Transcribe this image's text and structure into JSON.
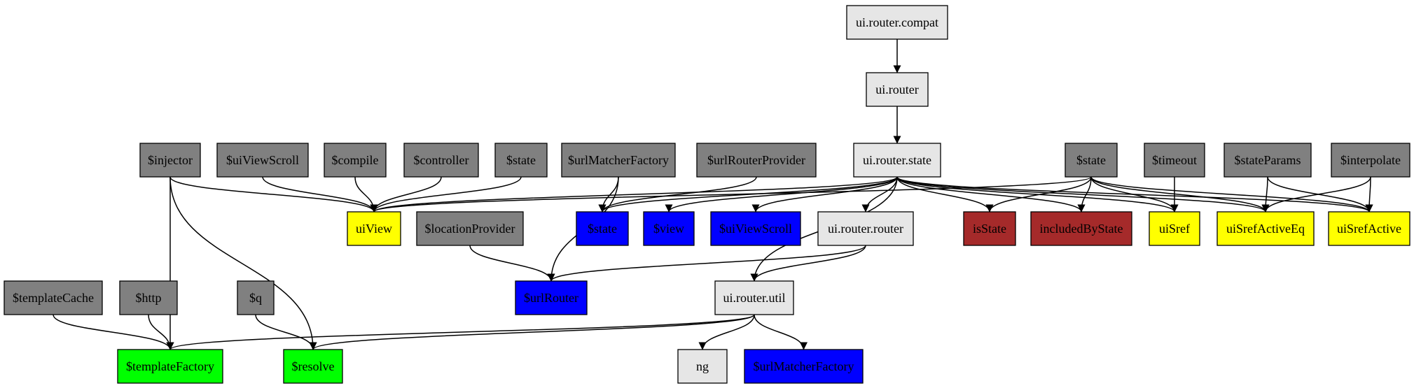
{
  "colors": {
    "module": "#e6e6e6",
    "service": "#808080",
    "directive": "#ffff00",
    "provider": "#0000ff",
    "filter": "#a52a2a",
    "factory": "#00ff00"
  },
  "nodes": {
    "ui_router_compat": {
      "label": "ui.router.compat",
      "kind": "module"
    },
    "ui_router": {
      "label": "ui.router",
      "kind": "module"
    },
    "ui_router_state": {
      "label": "ui.router.state",
      "kind": "module"
    },
    "ui_router_router": {
      "label": "ui.router.router",
      "kind": "module"
    },
    "ui_router_util": {
      "label": "ui.router.util",
      "kind": "module"
    },
    "ng": {
      "label": "ng",
      "kind": "module"
    },
    "injector": {
      "label": "$injector",
      "kind": "service"
    },
    "uiViewScroll_dep": {
      "label": "$uiViewScroll",
      "kind": "service"
    },
    "compile": {
      "label": "$compile",
      "kind": "service"
    },
    "controller": {
      "label": "$controller",
      "kind": "service"
    },
    "state_dep_left": {
      "label": "$state",
      "kind": "service"
    },
    "urlMatcherFactory_dep": {
      "label": "$urlMatcherFactory",
      "kind": "service"
    },
    "urlRouterProvider": {
      "label": "$urlRouterProvider",
      "kind": "service"
    },
    "state_dep_right": {
      "label": "$state",
      "kind": "service"
    },
    "timeout": {
      "label": "$timeout",
      "kind": "service"
    },
    "stateParams": {
      "label": "$stateParams",
      "kind": "service"
    },
    "interpolate": {
      "label": "$interpolate",
      "kind": "service"
    },
    "locationProvider": {
      "label": "$locationProvider",
      "kind": "service"
    },
    "templateCache": {
      "label": "$templateCache",
      "kind": "service"
    },
    "http": {
      "label": "$http",
      "kind": "service"
    },
    "q": {
      "label": "$q",
      "kind": "service"
    },
    "uiView": {
      "label": "uiView",
      "kind": "directive"
    },
    "uiSref": {
      "label": "uiSref",
      "kind": "directive"
    },
    "uiSrefActiveEq": {
      "label": "uiSrefActiveEq",
      "kind": "directive"
    },
    "uiSrefActive": {
      "label": "uiSrefActive",
      "kind": "directive"
    },
    "state_svc": {
      "label": "$state",
      "kind": "provider"
    },
    "view_svc": {
      "label": "$view",
      "kind": "provider"
    },
    "uiViewScroll_svc": {
      "label": "$uiViewScroll",
      "kind": "provider"
    },
    "urlRouter_svc": {
      "label": "$urlRouter",
      "kind": "provider"
    },
    "urlMatcherFactory_svc": {
      "label": "$urlMatcherFactory",
      "kind": "provider"
    },
    "isState": {
      "label": "isState",
      "kind": "filter"
    },
    "includedByState": {
      "label": "includedByState",
      "kind": "filter"
    },
    "templateFactory": {
      "label": "$templateFactory",
      "kind": "factory"
    },
    "resolve": {
      "label": "$resolve",
      "kind": "factory"
    }
  },
  "edges": [
    [
      "ui_router_compat",
      "ui_router"
    ],
    [
      "ui_router",
      "ui_router_state"
    ],
    [
      "ui_router_state",
      "uiView"
    ],
    [
      "ui_router_state",
      "state_svc"
    ],
    [
      "ui_router_state",
      "view_svc"
    ],
    [
      "ui_router_state",
      "uiViewScroll_svc"
    ],
    [
      "ui_router_state",
      "ui_router_router"
    ],
    [
      "ui_router_state",
      "ui_router_util"
    ],
    [
      "ui_router_state",
      "isState"
    ],
    [
      "ui_router_state",
      "includedByState"
    ],
    [
      "ui_router_state",
      "uiSref"
    ],
    [
      "ui_router_state",
      "uiSrefActiveEq"
    ],
    [
      "ui_router_state",
      "uiSrefActive"
    ],
    [
      "ui_router_router",
      "urlRouter_svc"
    ],
    [
      "ui_router_router",
      "ui_router_util"
    ],
    [
      "ui_router_util",
      "templateFactory"
    ],
    [
      "ui_router_util",
      "resolve"
    ],
    [
      "ui_router_util",
      "ng"
    ],
    [
      "ui_router_util",
      "urlMatcherFactory_svc"
    ],
    [
      "injector",
      "uiView"
    ],
    [
      "injector",
      "templateFactory"
    ],
    [
      "injector",
      "resolve"
    ],
    [
      "uiViewScroll_dep",
      "uiView"
    ],
    [
      "compile",
      "uiView"
    ],
    [
      "controller",
      "uiView"
    ],
    [
      "state_dep_left",
      "uiView"
    ],
    [
      "urlMatcherFactory_dep",
      "state_svc"
    ],
    [
      "urlMatcherFactory_dep",
      "urlRouter_svc"
    ],
    [
      "urlRouterProvider",
      "state_svc"
    ],
    [
      "state_dep_right",
      "uiView"
    ],
    [
      "state_dep_right",
      "isState"
    ],
    [
      "state_dep_right",
      "includedByState"
    ],
    [
      "state_dep_right",
      "uiSref"
    ],
    [
      "state_dep_right",
      "uiSrefActiveEq"
    ],
    [
      "state_dep_right",
      "uiSrefActive"
    ],
    [
      "timeout",
      "uiSref"
    ],
    [
      "stateParams",
      "uiSrefActiveEq"
    ],
    [
      "stateParams",
      "uiSrefActive"
    ],
    [
      "interpolate",
      "uiSrefActiveEq"
    ],
    [
      "interpolate",
      "uiSrefActive"
    ],
    [
      "locationProvider",
      "urlRouter_svc"
    ],
    [
      "templateCache",
      "templateFactory"
    ],
    [
      "http",
      "templateFactory"
    ],
    [
      "q",
      "resolve"
    ]
  ]
}
